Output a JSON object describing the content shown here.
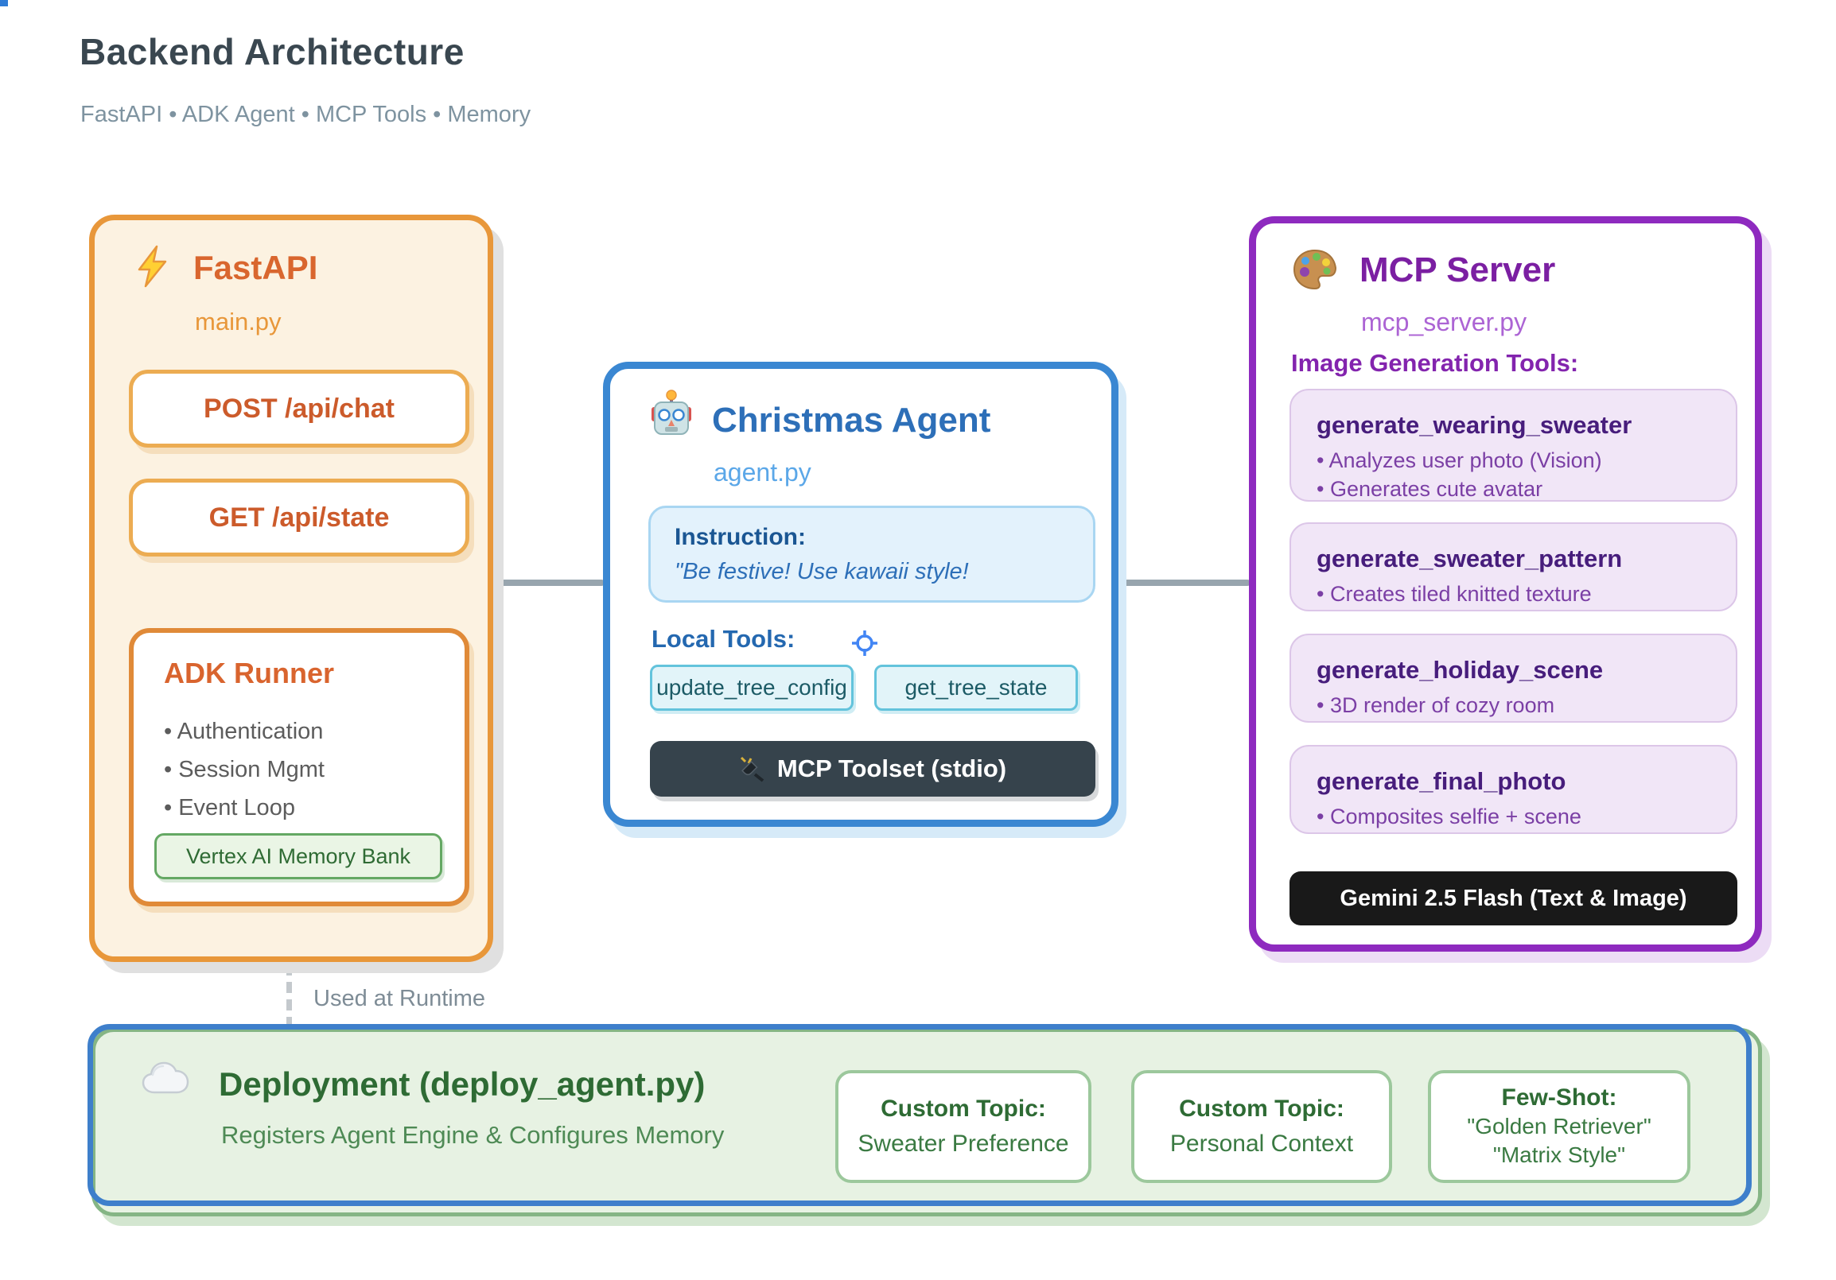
{
  "header": {
    "title": "Backend Architecture",
    "subtitle": "FastAPI • ADK Agent • MCP Tools • Memory"
  },
  "colors": {
    "fastapi_accent": "#E8973A",
    "agent_accent": "#3A87D2",
    "mcp_accent": "#8E2ABF",
    "deployment_accent": "#85B585",
    "deployment_blue_accent": "#3E7FCB",
    "connector_gray": "#98A5AE",
    "toolset_dark": "#36434C",
    "gemini_dark": "#191919"
  },
  "icons": {
    "fastapi": "lightning-bolt",
    "agent": "robot",
    "mcp": "paint-palette",
    "toolset": "plug",
    "deployment": "cloud",
    "crosshair": "crosshair-target"
  },
  "fastapi": {
    "title": "FastAPI",
    "file": "main.py",
    "endpoints": [
      "POST /api/chat",
      "GET /api/state"
    ],
    "adk": {
      "title": "ADK Runner",
      "bullets": [
        "Authentication",
        "Session Mgmt",
        "Event Loop"
      ],
      "memory_chip": "Vertex AI Memory Bank"
    }
  },
  "runtime_edge": {
    "label": "Used at Runtime"
  },
  "agent": {
    "title": "Christmas Agent",
    "file": "agent.py",
    "instruction": {
      "label": "Instruction:",
      "text": "\"Be festive! Use kawaii style!"
    },
    "local_tools": {
      "label": "Local Tools:",
      "chips": [
        "update_tree_config",
        "get_tree_state"
      ]
    },
    "toolset": {
      "label": "MCP Toolset (stdio)"
    }
  },
  "mcp": {
    "title": "MCP Server",
    "file": "mcp_server.py",
    "section_label": "Image Generation Tools:",
    "tools": [
      {
        "name": "generate_wearing_sweater",
        "bullets": [
          "Analyzes user photo (Vision)",
          "Generates cute avatar"
        ]
      },
      {
        "name": "generate_sweater_pattern",
        "bullets": [
          "Creates tiled knitted texture"
        ]
      },
      {
        "name": "generate_holiday_scene",
        "bullets": [
          "3D render of cozy room"
        ]
      },
      {
        "name": "generate_final_photo",
        "bullets": [
          "Composites selfie + scene"
        ]
      }
    ],
    "model_bar": "Gemini 2.5 Flash (Text & Image)"
  },
  "deployment": {
    "title": "Deployment (deploy_agent.py)",
    "subtitle": "Registers Agent Engine & Configures Memory",
    "chips": [
      {
        "label": "Custom Topic:",
        "values": [
          "Sweater Preference"
        ]
      },
      {
        "label": "Custom Topic:",
        "values": [
          "Personal Context"
        ]
      },
      {
        "label": "Few-Shot:",
        "values": [
          "\"Golden Retriever\"",
          "\"Matrix Style\""
        ]
      }
    ]
  }
}
